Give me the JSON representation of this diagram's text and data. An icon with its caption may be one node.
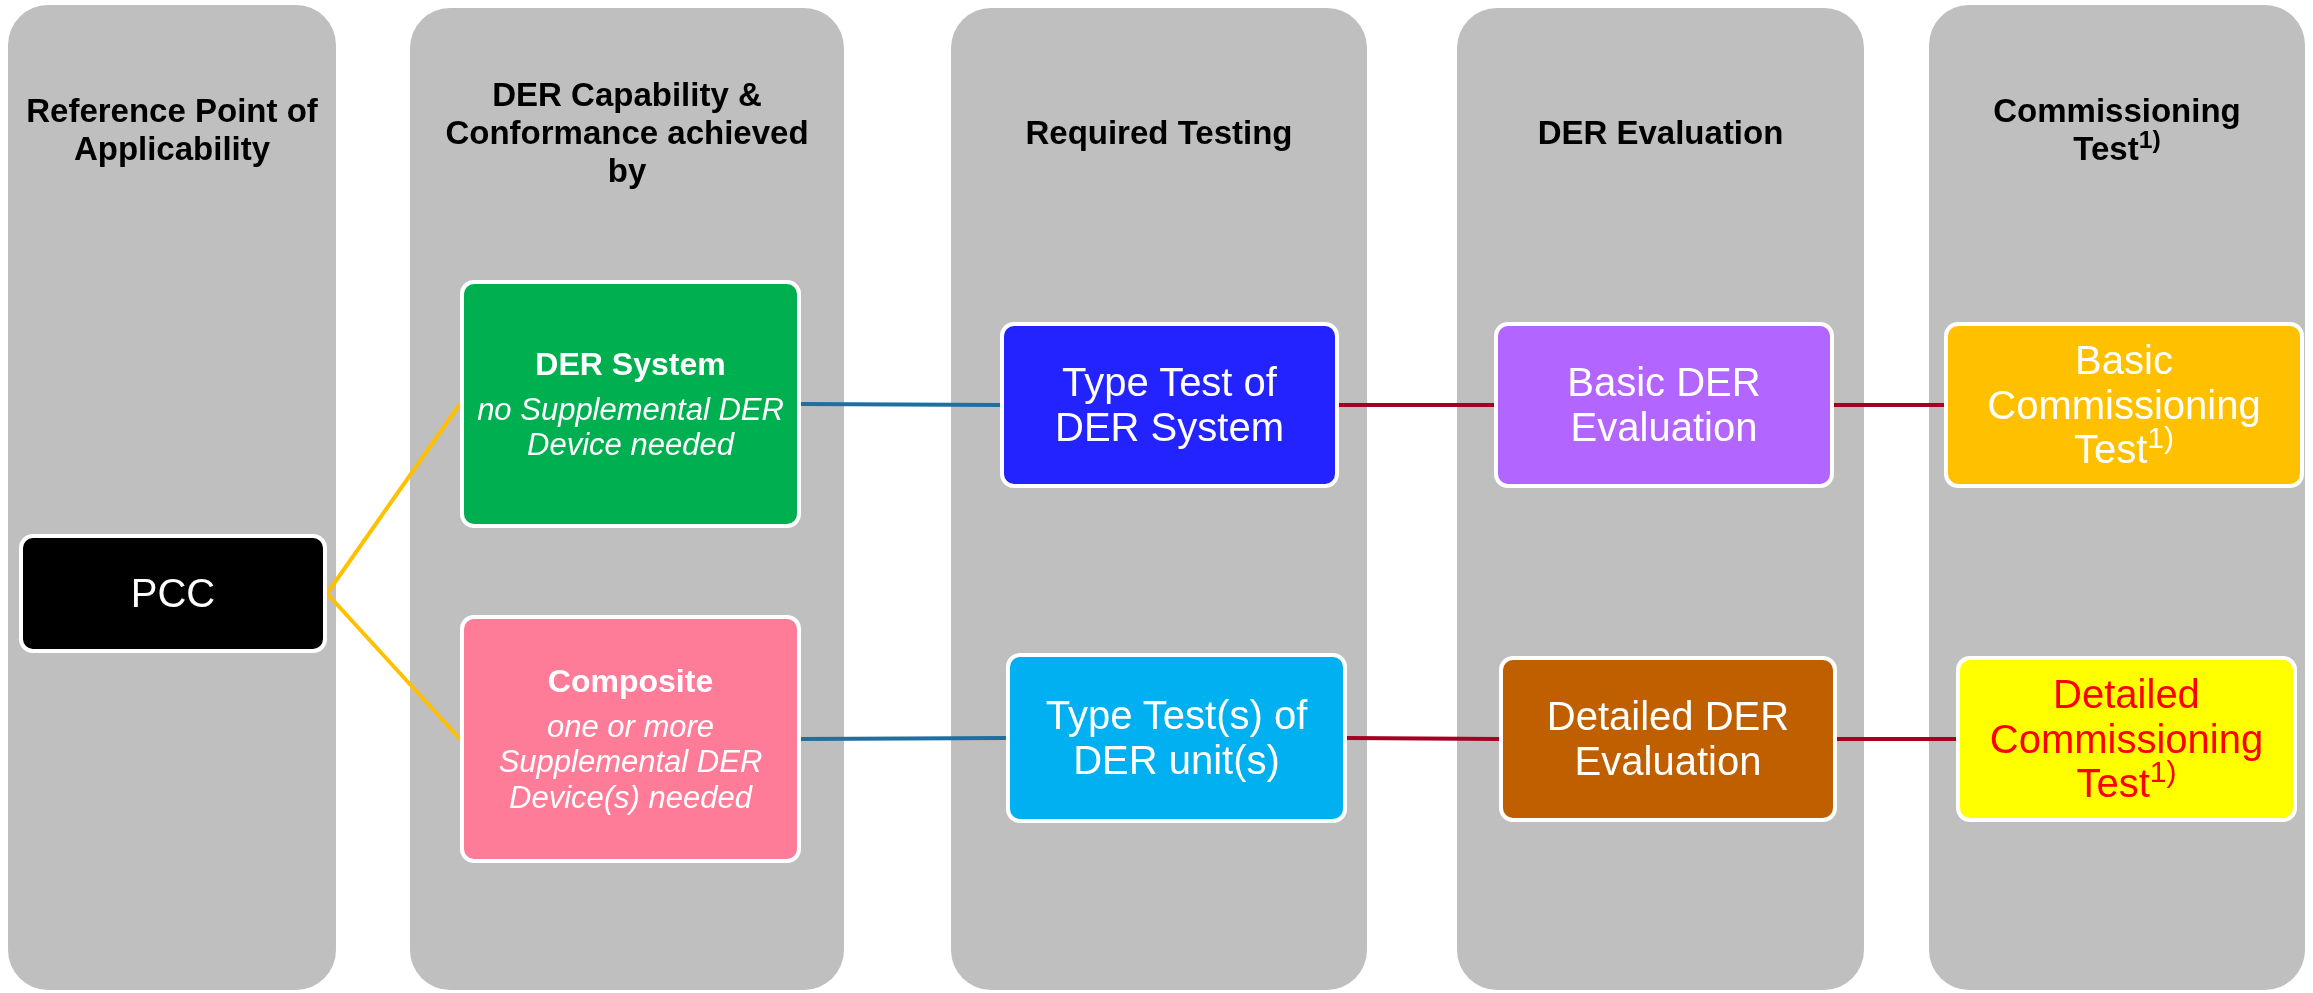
{
  "diagram": {
    "nodes": [
      {
        "text": [
          "Reference Point of Applicability"
        ]
      },
      {
        "text": [
          "DER Capability & Conformance achieved by"
        ]
      },
      {
        "text": [
          "Required Testing"
        ]
      },
      {
        "text": [
          "DER Evaluation"
        ]
      },
      {
        "text": [
          "Commissioning Test$^{1)}$"
        ]
      },
      {
        "text": [
          "PCC"
        ],
        "in": 0
      },
      {
        "text": [
          "DER System",
          "no Supplemental DER Device needed"
        ],
        "in": 1
      },
      {
        "text": [
          "Composite",
          "one or more Supplemental DER Device(s) needed"
        ],
        "in": 1
      },
      {
        "text": [
          "Type Test of DER System"
        ],
        "in": 2
      },
      {
        "text": [
          "Type Test(s) of DER unit(s)"
        ],
        "in": 2
      },
      {
        "text": [
          "Basic DER Evaluation"
        ],
        "in": 3
      },
      {
        "text": [
          "Detailed DER Evaluation"
        ],
        "in": 3
      },
      {
        "text": [
          "Basic Commissioning Test$^{1)}$"
        ],
        "in": 4
      },
      {
        "text": [
          "Detailed Commissioning Test$^{1)}$"
        ],
        "in": 4
      }
    ],
    "edges": [
      {
        "from": 5,
        "to": 6,
        "arrow": "none",
        "color": "#ffc000"
      },
      {
        "from": 5,
        "to": 7,
        "arrow": "none",
        "color": "#ffc000"
      },
      {
        "from": 6,
        "to": 8,
        "arrow": "none",
        "color": "#1f6fa0"
      },
      {
        "from": 7,
        "to": 9,
        "arrow": "none",
        "color": "#1f6fa0"
      },
      {
        "from": 8,
        "to": 10,
        "arrow": "none"
      },
      {
        "from": 9,
        "to": 11,
        "arrow": "none"
      },
      {
        "from": 10,
        "to": 12,
        "arrow": "none"
      },
      {
        "from": 11,
        "to": 13,
        "arrow": "none"
      }
    ]
  }
}
